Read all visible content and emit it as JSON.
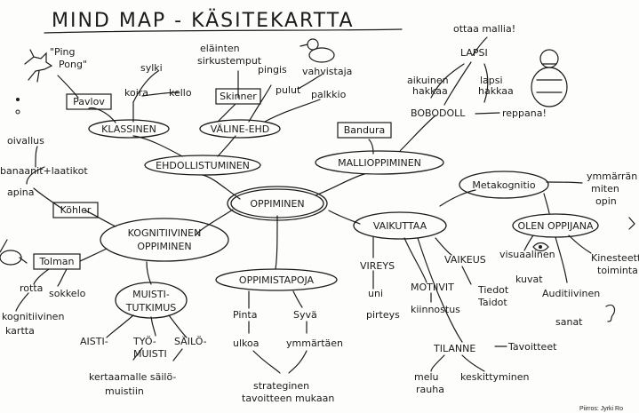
{
  "title": "MIND MAP - KÄSITEKARTTA",
  "center": "OPPIMINEN",
  "branches": {
    "conditioning": "EHDOLLISTUMINEN",
    "classical": "KLASSINEN",
    "operant": "VÄLINE-EHD",
    "modeling": "MALLIOPPIMINEN",
    "cognitive_line1": "KOGNITIIVINEN",
    "cognitive_line2": "OPPIMINEN",
    "affects": "VAIKUTTAA",
    "metacognition": "Metakognitio",
    "learner": "OLEN OPPIJANA",
    "learning_ways": "OPPIMISTAPOJA",
    "memory_line1": "MUISTI-",
    "memory_line2": "TUTKIMUS"
  },
  "people": {
    "pavlov": "Pavlov",
    "skinner": "Skinner",
    "bandura": "Bandura",
    "kohler": "Köhler",
    "tolman": "Tolman"
  },
  "labels": {
    "ping_pong_1": "\"Ping",
    "ping_pong_2": "Pong\"",
    "sylki": "sylki",
    "koira": "koira",
    "kello": "kello",
    "elainten_1": "eläinten",
    "elainten_2": "sirkustemput",
    "pingis": "pingis",
    "vahvistaja": "vahvistaja",
    "pulut": "pulut",
    "palkkio": "palkkio",
    "ottaa_mallia": "ottaa mallia!",
    "lapsi": "LAPSI",
    "aikuinen_1": "aikuinen",
    "aikuinen_2": "hakkaa",
    "lapsi_hakkaa_1": "lapsi",
    "lapsi_hakkaa_2": "hakkaa",
    "bobodoll": "BOBODOLL",
    "reppana": "reppana!",
    "oivallus": "oivallus",
    "banaanit": "banaanit+laatikot",
    "apina": "apina",
    "rotta": "rotta",
    "sokkelo": "sokkelo",
    "kognitiivinen_kartta_1": "kognitiivinen",
    "kognitiivinen_kartta_2": "kartta",
    "ymmarran_1": "ymmärrän",
    "ymmarran_2": "miten",
    "ymmarran_3": "opin",
    "visuaalinen": "visuaalinen",
    "kuvat": "kuvat",
    "kinesteettinen_1": "Kinesteettinen",
    "kinesteettinen_2": "toiminta",
    "auditiivinen": "Auditiivinen",
    "sanat": "sanat",
    "vireys": "VIREYS",
    "uni": "uni",
    "pirteys": "pirteys",
    "motiivit": "MOTIIVIT",
    "kiinnostus": "kiinnostus",
    "vaikeus": "VAIKEUS",
    "tiedot": "Tiedot",
    "taidot": "Taidot",
    "tilanne": "TILANNE",
    "tavoitteet": "Tavoitteet",
    "melu_1": "melu",
    "melu_2": "rauha",
    "keskittyminen": "keskittyminen",
    "pinta": "Pinta",
    "syva": "Syvä",
    "ulkoa": "ulkoa",
    "ymmartaen": "ymmärtäen",
    "strateginen_1": "strateginen",
    "strateginen_2": "tavoitteen mukaan",
    "aisti": "AISTI-",
    "tyo": "TYÖ-",
    "saily": "SÄILÖ-",
    "muisti": "MUISTI",
    "kertaamalle_1": "kertaamalle säilö-",
    "kertaamalle_2": "muistiin"
  },
  "credit": "Piirros: Jyrki Ro",
  "icons": [
    "dog-icon",
    "duck-icon",
    "doll-icon",
    "mouse-icon",
    "eye-icon",
    "ear-icon"
  ]
}
